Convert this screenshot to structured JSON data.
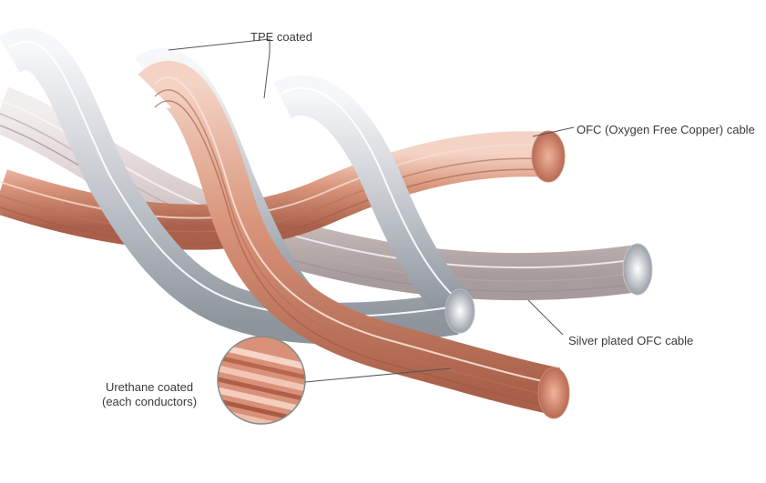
{
  "labels": {
    "tpe": "TPE coated",
    "ofc": "OFC (Oxygen Free Copper) cable",
    "silver": "Silver plated OFC cable",
    "urethane_line1": "Urethane coated",
    "urethane_line2": "(each conductors)"
  },
  "colors": {
    "copper": "#d9957b",
    "copper_light": "#f2c9b8",
    "copper_dark": "#a9604a",
    "silver": "#c8ccd2",
    "silver_light": "#f4f5f7",
    "silver_dark": "#8e949c",
    "leader_line": "#555555",
    "text": "#3a3a3a"
  }
}
